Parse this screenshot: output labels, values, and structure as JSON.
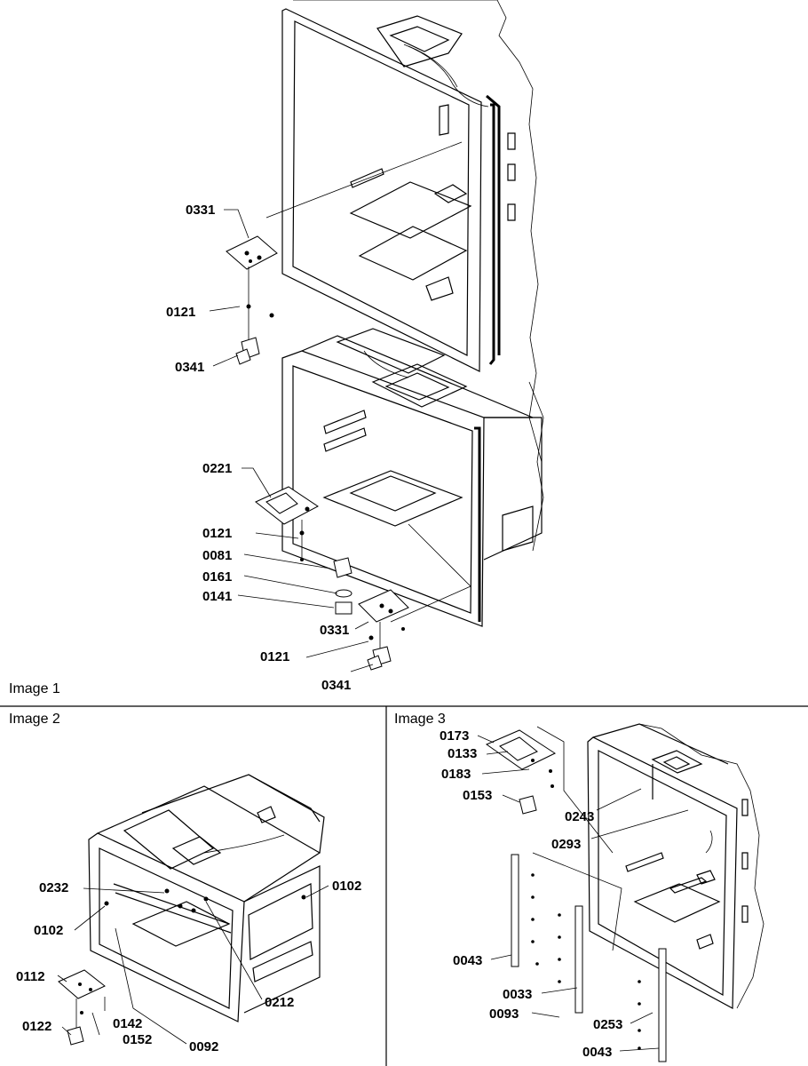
{
  "panels": {
    "image1": "Image 1",
    "image2": "Image 2",
    "image3": "Image 3"
  },
  "image1_labels": [
    "0331",
    "0121",
    "0341",
    "0221",
    "0121",
    "0081",
    "0161",
    "0141",
    "0331",
    "0121",
    "0341"
  ],
  "image2_labels": [
    "0232",
    "0102",
    "0102",
    "0112",
    "0142",
    "0212",
    "0122",
    "0152",
    "0092"
  ],
  "image3_labels": [
    "0173",
    "0133",
    "0183",
    "0153",
    "0243",
    "0293",
    "0043",
    "0033",
    "0093",
    "0253",
    "0043"
  ]
}
